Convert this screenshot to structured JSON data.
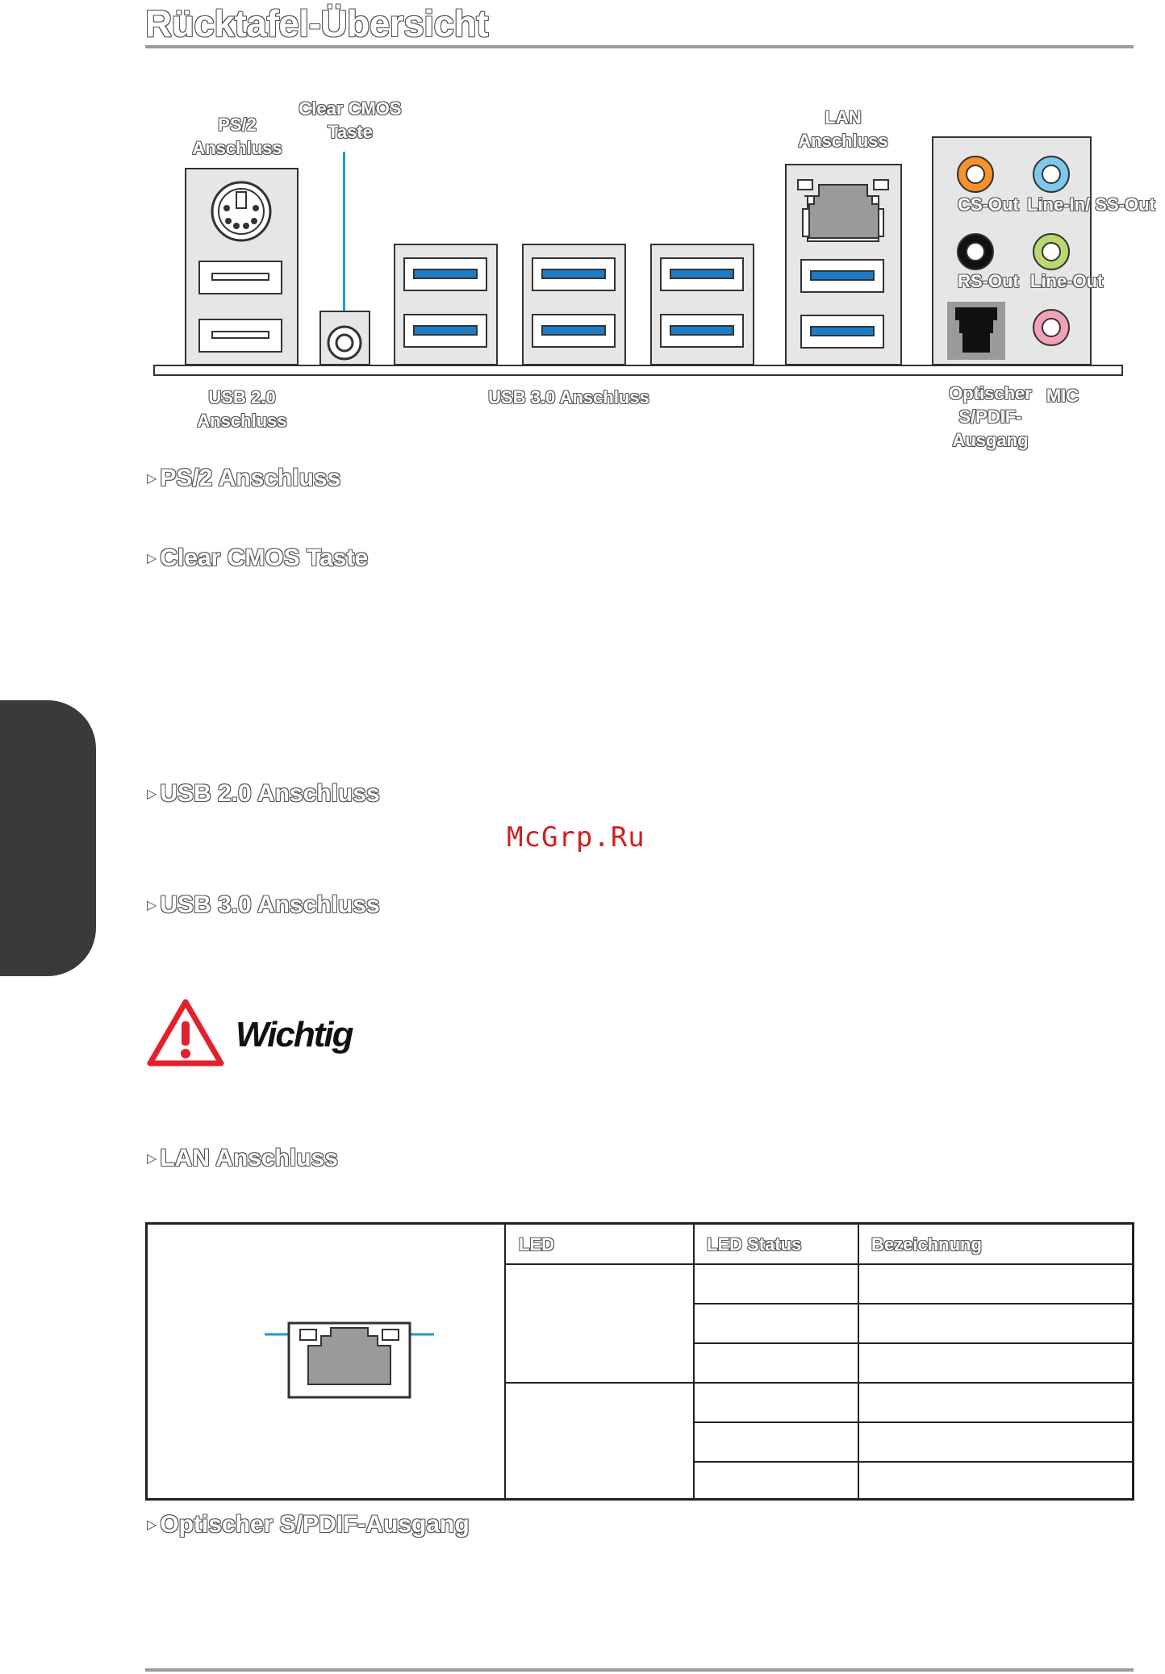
{
  "page": {
    "title": "Rücktafel-Übersicht",
    "watermark": "McGrp.Ru"
  },
  "panel_labels": {
    "ps2_line1": "PS/2",
    "ps2_line2": "Anschluss",
    "clear_cmos_line1": "Clear CMOS",
    "clear_cmos_line2": "Taste",
    "lan_line1": "LAN",
    "lan_line2": "Anschluss",
    "cs_out": "CS-Out",
    "line_in_ss_out": "Line-In/ SS-Out",
    "rs_out": "RS-Out",
    "line_out": "Line-Out",
    "usb20_line1": "USB 2.0",
    "usb20_line2": "Anschluss",
    "usb30": "USB 3.0 Anschluss",
    "optical_line1": "Optischer",
    "optical_line2": "S/PDIF-",
    "optical_line3": "Ausgang",
    "mic": "MIC"
  },
  "sections": {
    "ps2": "PS/2 Anschluss",
    "clear_cmos": "Clear CMOS Taste",
    "usb20": "USB 2.0 Anschluss",
    "usb30": "USB 3.0 Anschluss",
    "important": "Wichtig",
    "lan": "LAN Anschluss",
    "optical": "Optischer S/PDIF-Ausgang"
  },
  "lan_table": {
    "headers": [
      "LED",
      "LED Status",
      "Bezeichnung"
    ]
  },
  "colors": {
    "usb3_blue": "#1c7cc6",
    "cs_out_orange": "#f5922a",
    "line_in_blue": "#7cc9ea",
    "rs_out_black": "#111111",
    "line_out_green": "#b9d970",
    "mic_pink": "#f2a1b7",
    "callout_line": "#1c9ad6",
    "warning_red": "#e1222d"
  }
}
